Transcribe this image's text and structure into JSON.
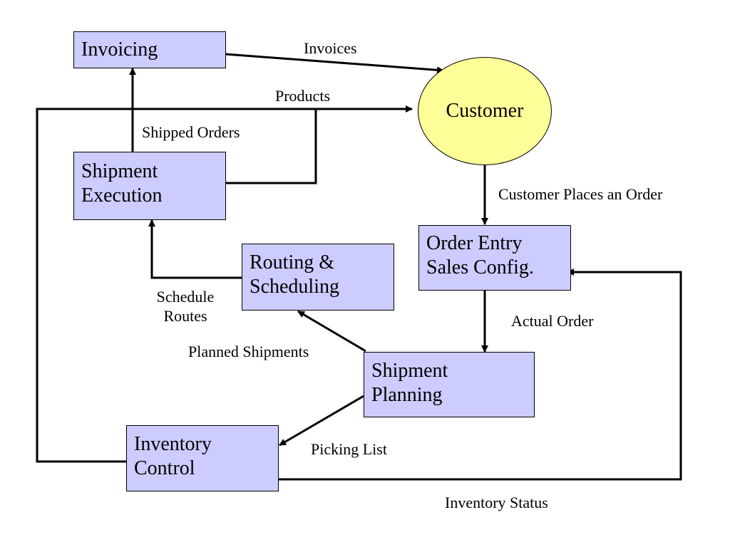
{
  "nodes": {
    "invoicing": [
      "Invoicing"
    ],
    "customer": [
      "Customer"
    ],
    "shipment_execution": [
      "Shipment",
      "Execution"
    ],
    "order_entry": [
      "Order Entry",
      "Sales Config."
    ],
    "routing_scheduling": [
      "Routing &",
      "Scheduling"
    ],
    "shipment_planning": [
      "Shipment",
      "Planning"
    ],
    "inventory_control": [
      "Inventory",
      "Control"
    ]
  },
  "flows": {
    "invoices": [
      "Invoices"
    ],
    "products": [
      "Products"
    ],
    "shipped_orders": [
      "Shipped Orders"
    ],
    "customer_places_order": [
      "Customer Places an Order"
    ],
    "schedule_routes": [
      "Schedule",
      "Routes"
    ],
    "actual_order": [
      "Actual Order"
    ],
    "planned_shipments": [
      "Planned Shipments"
    ],
    "picking_list": [
      "Picking List"
    ],
    "inventory_status": [
      "Inventory Status"
    ]
  },
  "colors": {
    "process_fill": "#ccccff",
    "customer_fill": "#ffff99",
    "stroke": "#000000"
  }
}
